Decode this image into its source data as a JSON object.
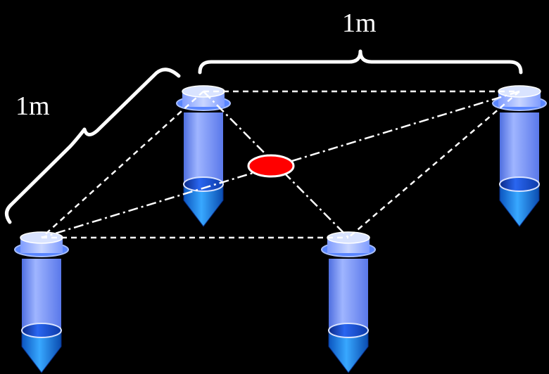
{
  "labels": {
    "top_dimension": "1m",
    "left_dimension": "1m"
  },
  "colors": {
    "background": "#000000",
    "tube_body": "#6f8fff",
    "tube_body_light": "#9fb5ff",
    "liquid": "#1f4fd6",
    "liquid_dark": "#0f2f9a",
    "tip": "#1a7ee8",
    "lines": "#ffffff",
    "center_marker": "#ff0000"
  },
  "icons": {
    "tube": "centrifuge-tube-icon",
    "center": "red-ellipse-marker"
  }
}
